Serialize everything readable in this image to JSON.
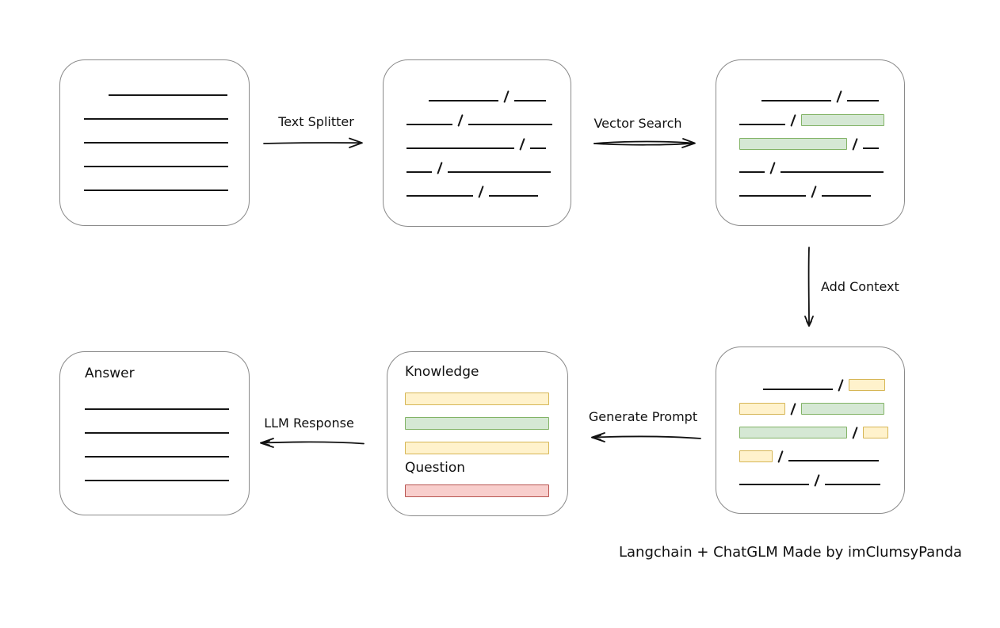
{
  "diagram": {
    "caption": "Langchain + ChatGLM Made by imClumsyPanda",
    "colors": {
      "box_border": "#8a8a8a",
      "line": "#161616",
      "green_fill": "#d5e8d4",
      "green_border": "#82b366",
      "yellow_fill": "#fff2cc",
      "yellow_border": "#d6b656",
      "red_fill": "#f8cecc",
      "red_border": "#b85450"
    },
    "arrows": {
      "text_splitter": {
        "label": "Text Splitter",
        "direction": "right"
      },
      "vector_search": {
        "label": "Vector Search",
        "direction": "right"
      },
      "add_context": {
        "label": "Add Context",
        "direction": "down"
      },
      "generate_prompt": {
        "label": "Generate Prompt",
        "direction": "left"
      },
      "llm_response": {
        "label": "LLM Response",
        "direction": "left"
      }
    },
    "boxes": {
      "source": {
        "meaning": "source document with text lines",
        "rows": [
          {
            "indent": 31,
            "segments": [
              {
                "type": "line",
                "w": 150
              }
            ]
          },
          {
            "segments": [
              {
                "type": "line",
                "w": 182
              }
            ]
          },
          {
            "segments": [
              {
                "type": "line",
                "w": 182
              }
            ]
          },
          {
            "segments": [
              {
                "type": "line",
                "w": 182
              }
            ]
          },
          {
            "segments": [
              {
                "type": "line",
                "w": 182
              }
            ]
          }
        ]
      },
      "split": {
        "meaning": "text split into chunks separated by slashes",
        "rows": [
          {
            "indent": 28,
            "segments": [
              {
                "type": "line",
                "w": 88
              },
              {
                "type": "slash"
              },
              {
                "type": "line",
                "w": 40
              }
            ]
          },
          {
            "segments": [
              {
                "type": "line",
                "w": 58
              },
              {
                "type": "slash"
              },
              {
                "type": "line",
                "w": 106
              }
            ]
          },
          {
            "segments": [
              {
                "type": "line",
                "w": 136
              },
              {
                "type": "slash"
              },
              {
                "type": "line",
                "w": 20
              }
            ]
          },
          {
            "segments": [
              {
                "type": "line",
                "w": 32
              },
              {
                "type": "slash"
              },
              {
                "type": "line",
                "w": 130
              }
            ]
          },
          {
            "segments": [
              {
                "type": "line",
                "w": 84
              },
              {
                "type": "slash"
              },
              {
                "type": "line",
                "w": 62
              }
            ]
          }
        ]
      },
      "matched": {
        "meaning": "chunks with vector-search matches highlighted green",
        "rows": [
          {
            "indent": 28,
            "segments": [
              {
                "type": "line",
                "w": 88
              },
              {
                "type": "slash"
              },
              {
                "type": "line",
                "w": 40
              }
            ]
          },
          {
            "segments": [
              {
                "type": "line",
                "w": 58
              },
              {
                "type": "slash"
              },
              {
                "type": "green",
                "w": 105
              }
            ]
          },
          {
            "segments": [
              {
                "type": "green",
                "w": 136
              },
              {
                "type": "slash"
              },
              {
                "type": "line",
                "w": 20
              }
            ]
          },
          {
            "segments": [
              {
                "type": "line",
                "w": 32
              },
              {
                "type": "slash"
              },
              {
                "type": "line",
                "w": 130
              }
            ]
          },
          {
            "segments": [
              {
                "type": "line",
                "w": 84
              },
              {
                "type": "slash"
              },
              {
                "type": "line",
                "w": 62
              }
            ]
          }
        ]
      },
      "context": {
        "meaning": "matched chunks plus added context highlighted yellow",
        "rows": [
          {
            "indent": 30,
            "segments": [
              {
                "type": "line",
                "w": 88
              },
              {
                "type": "slash"
              },
              {
                "type": "yellow",
                "w": 46
              }
            ]
          },
          {
            "segments": [
              {
                "type": "yellow",
                "w": 58
              },
              {
                "type": "slash"
              },
              {
                "type": "green",
                "w": 105
              }
            ]
          },
          {
            "segments": [
              {
                "type": "green",
                "w": 136
              },
              {
                "type": "slash"
              },
              {
                "type": "yellow",
                "w": 32
              }
            ]
          },
          {
            "segments": [
              {
                "type": "yellow",
                "w": 42
              },
              {
                "type": "slash"
              },
              {
                "type": "line",
                "w": 114
              }
            ]
          },
          {
            "segments": [
              {
                "type": "line",
                "w": 88
              },
              {
                "type": "slash"
              },
              {
                "type": "line",
                "w": 70
              }
            ]
          }
        ]
      },
      "prompt": {
        "knowledge_label": "Knowledge",
        "question_label": "Question",
        "knowledge_rows": [
          {
            "segments": [
              {
                "type": "yellow",
                "w": 182
              }
            ]
          },
          {
            "segments": [
              {
                "type": "green",
                "w": 182
              }
            ]
          },
          {
            "segments": [
              {
                "type": "yellow",
                "w": 182
              }
            ]
          }
        ],
        "question_rows": [
          {
            "segments": [
              {
                "type": "red",
                "w": 182
              }
            ]
          }
        ]
      },
      "answer": {
        "title": "Answer",
        "rows": [
          {
            "segments": [
              {
                "type": "line",
                "w": 182
              }
            ]
          },
          {
            "segments": [
              {
                "type": "line",
                "w": 182
              }
            ]
          },
          {
            "segments": [
              {
                "type": "line",
                "w": 182
              }
            ]
          },
          {
            "segments": [
              {
                "type": "line",
                "w": 182
              }
            ]
          }
        ]
      }
    }
  }
}
